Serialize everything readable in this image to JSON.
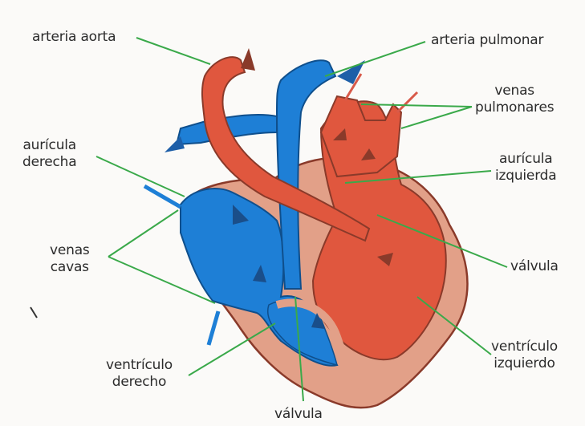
{
  "labels": {
    "aorta": "arteria aorta",
    "pulmonary_artery": "arteria pulmonar",
    "pulmonary_veins": [
      "venas",
      "pulmonares"
    ],
    "right_atrium": [
      "aurícula",
      "derecha"
    ],
    "left_atrium": [
      "aurícula",
      "izquierda"
    ],
    "vena_cava": [
      "venas",
      "cavas"
    ],
    "valve_right": "válvula",
    "valve_bottom": "válvula",
    "right_ventricle": [
      "ventrículo",
      "derecho"
    ],
    "left_ventricle": [
      "ventrículo",
      "izquierdo"
    ]
  },
  "colors": {
    "oxygenated_red": "#e0573e",
    "deoxygenated_blue": "#1e7fd6",
    "muscle_pink": "#e2a088",
    "outline": "#8a3a2a",
    "leader_line": "#3aa94a"
  }
}
